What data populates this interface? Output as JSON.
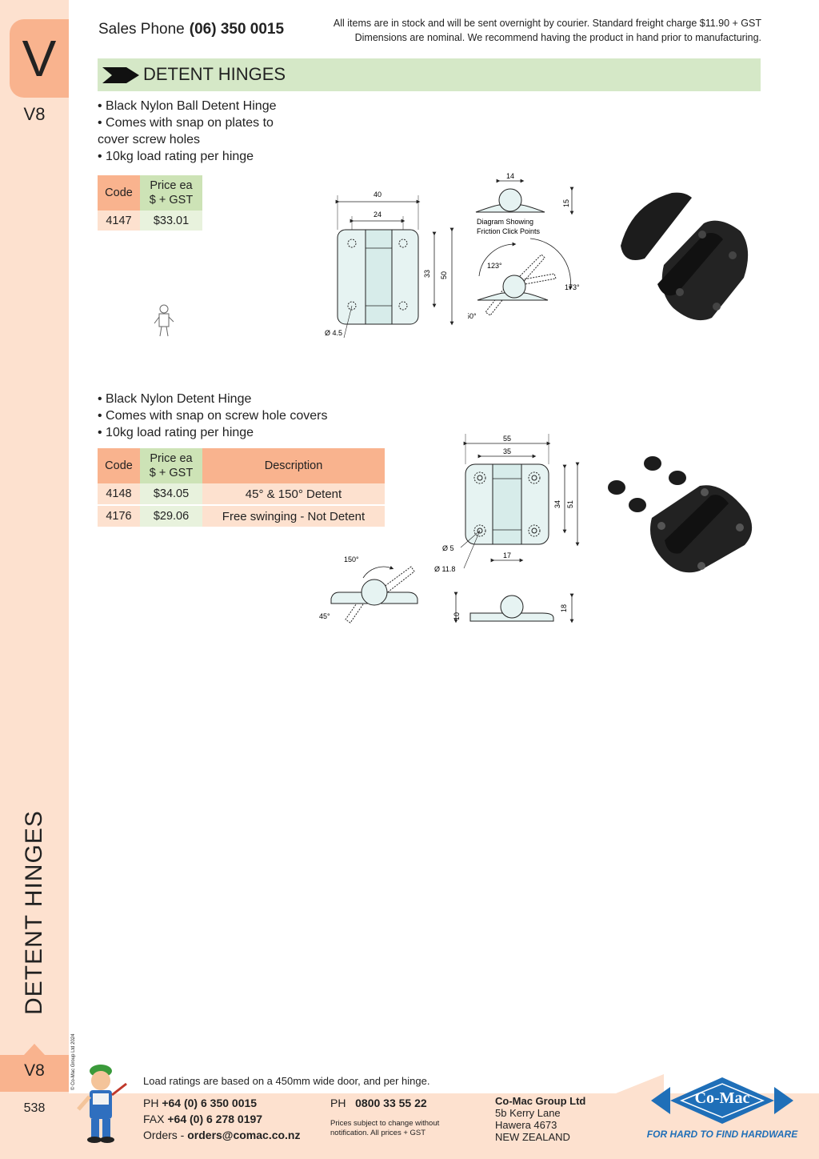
{
  "sidebar": {
    "tab_letter": "V",
    "section_code": "V8",
    "vertical_title": "DETENT HINGES",
    "section_code_bottom": "V8",
    "page_number": "538",
    "copyright": "© Co-Mac Group Ltd 2024"
  },
  "header": {
    "sales_label": "Sales Phone",
    "sales_phone": "(06) 350 0015",
    "note_line1": "All items are in stock and will be sent overnight by courier. Standard freight charge $11.90 + GST",
    "note_line2": "Dimensions are nominal. We recommend having the product in hand prior to manufacturing."
  },
  "banner": {
    "title": "DETENT HINGES"
  },
  "product1": {
    "bullets": [
      "• Black Nylon Ball Detent Hinge",
      "• Comes with snap on plates to",
      "cover screw holes",
      "• 10kg load rating per hinge"
    ],
    "table": {
      "headers": {
        "code": "Code",
        "price_line1": "Price ea",
        "price_line2": "$ + GST"
      },
      "rows": [
        {
          "code": "4147",
          "price": "$33.01"
        }
      ]
    },
    "diagram": {
      "dims": {
        "d40": "40",
        "d24": "24",
        "d33": "33",
        "d50": "50",
        "d14": "14",
        "d15": "15",
        "hole": "Ø 4.5"
      },
      "caption_line1": "Diagram Showing",
      "caption_line2": "Friction Click Points",
      "angles": {
        "a123": "123°",
        "a173": "173°",
        "a50": "50°"
      }
    }
  },
  "product2": {
    "bullets": [
      "• Black Nylon Detent Hinge",
      "• Comes with snap on screw hole covers",
      "• 10kg load rating per hinge"
    ],
    "table": {
      "headers": {
        "code": "Code",
        "price_line1": "Price ea",
        "price_line2": "$ + GST",
        "description": "Description"
      },
      "rows": [
        {
          "code": "4148",
          "price": "$34.05",
          "description": "45° & 150° Detent"
        },
        {
          "code": "4176",
          "price": "$29.06",
          "description": "Free swinging - Not Detent"
        }
      ]
    },
    "diagram": {
      "dims": {
        "d55": "55",
        "d35": "35",
        "d34": "34",
        "d51": "51",
        "d17": "17",
        "hole5": "Ø 5",
        "hole118": "Ø 11.8",
        "d10": "10",
        "d18": "18"
      },
      "angles": {
        "a150": "150°",
        "a45": "45°"
      }
    }
  },
  "footer": {
    "load_note": "Load ratings are based on a 450mm wide door, and per hinge.",
    "ph_label": "PH",
    "ph_value": "+64 (0) 6 350 0015",
    "fax_label": "FAX",
    "fax_value": "+64 (0) 6 278 0197",
    "orders_label": "Orders -",
    "orders_value": "orders@comac.co.nz",
    "ph2_label": "PH",
    "ph2_value": "0800 33 55 22",
    "small_line1": "Prices subject to change without",
    "small_line2": "notification. All prices + GST",
    "company": "Co-Mac Group Ltd",
    "addr1": "5b Kerry Lane",
    "addr2": "Hawera 4673",
    "addr3": "NEW ZEALAND",
    "logo_text": "Co-Mac",
    "tagline": "FOR HARD TO FIND HARDWARE"
  },
  "colors": {
    "peach": "#fde1cf",
    "orange": "#f9b38e",
    "green": "#cde3b6",
    "blue": "#1f6fb8"
  }
}
